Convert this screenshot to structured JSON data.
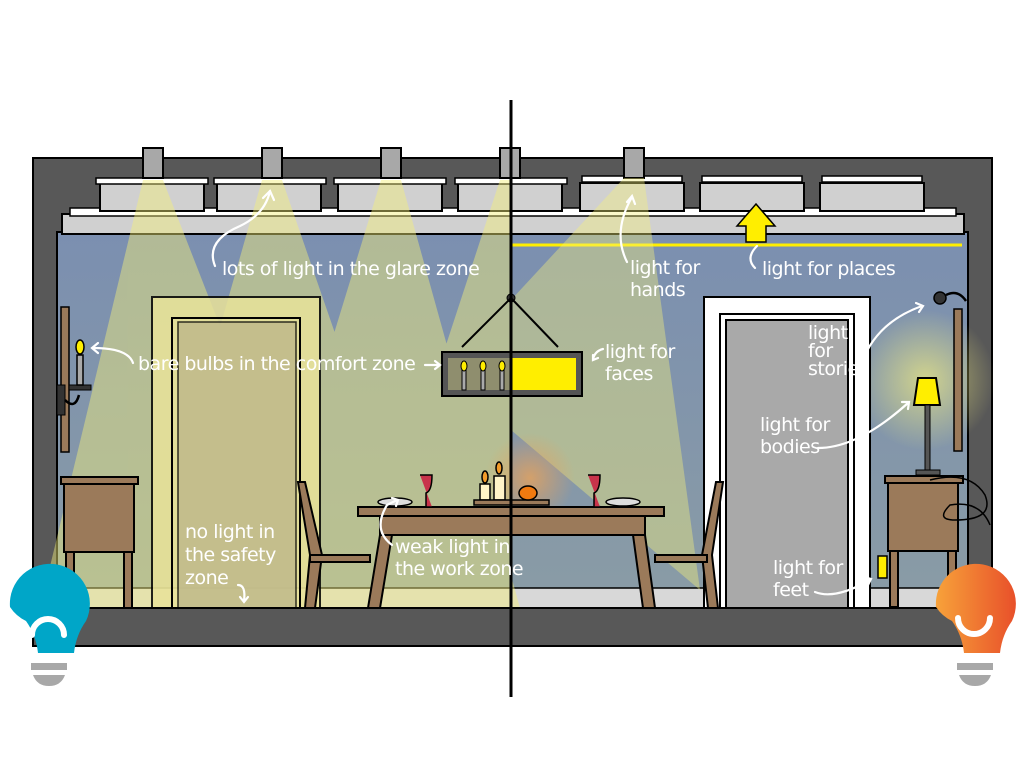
{
  "colors": {
    "wall": "#7b8fb0",
    "frame": "#585858",
    "cone": "#f5f07a",
    "bad_bulb": "#00a6c8",
    "good_bulb": "#f26b2f",
    "yellow": "#ffee00"
  },
  "left": {
    "glare": "lots of light in the glare zone",
    "comfort": "bare bulbs in the comfort zone",
    "safety": [
      "no light in",
      "the safety",
      "zone"
    ],
    "work": [
      "weak light in",
      "the work zone"
    ]
  },
  "right": {
    "hands": [
      "light for",
      "hands"
    ],
    "places": "light for places",
    "faces": [
      "light for",
      "faces"
    ],
    "stories": [
      "light",
      "for",
      "stories"
    ],
    "bodies": [
      "light for",
      "bodies"
    ],
    "feet": [
      "light for",
      "feet"
    ]
  },
  "icons": {
    "left": "frowning-bulb-icon",
    "right": "smiling-bulb-icon"
  }
}
